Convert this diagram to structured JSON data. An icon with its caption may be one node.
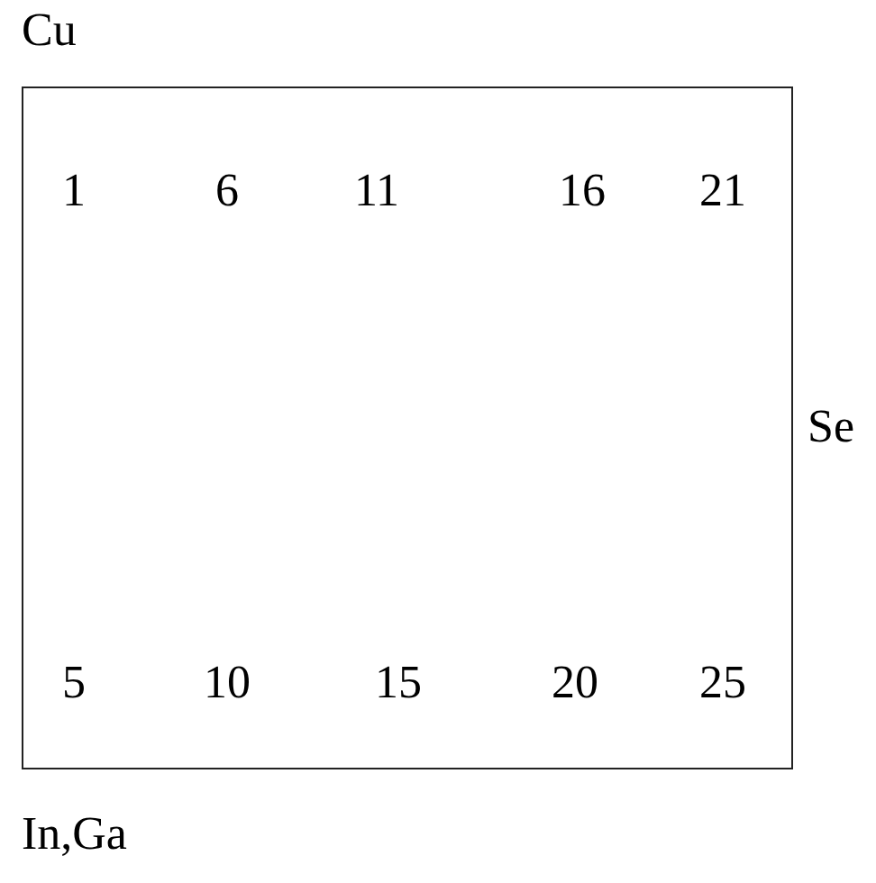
{
  "diagram": {
    "nodes": [
      {
        "text": [
          "1",
          "6",
          "11",
          "16",
          "21",
          "5",
          "10",
          "15",
          "20",
          "25"
        ]
      }
    ],
    "labels": [
      "Cu",
      "Se",
      "In,Ga"
    ]
  }
}
